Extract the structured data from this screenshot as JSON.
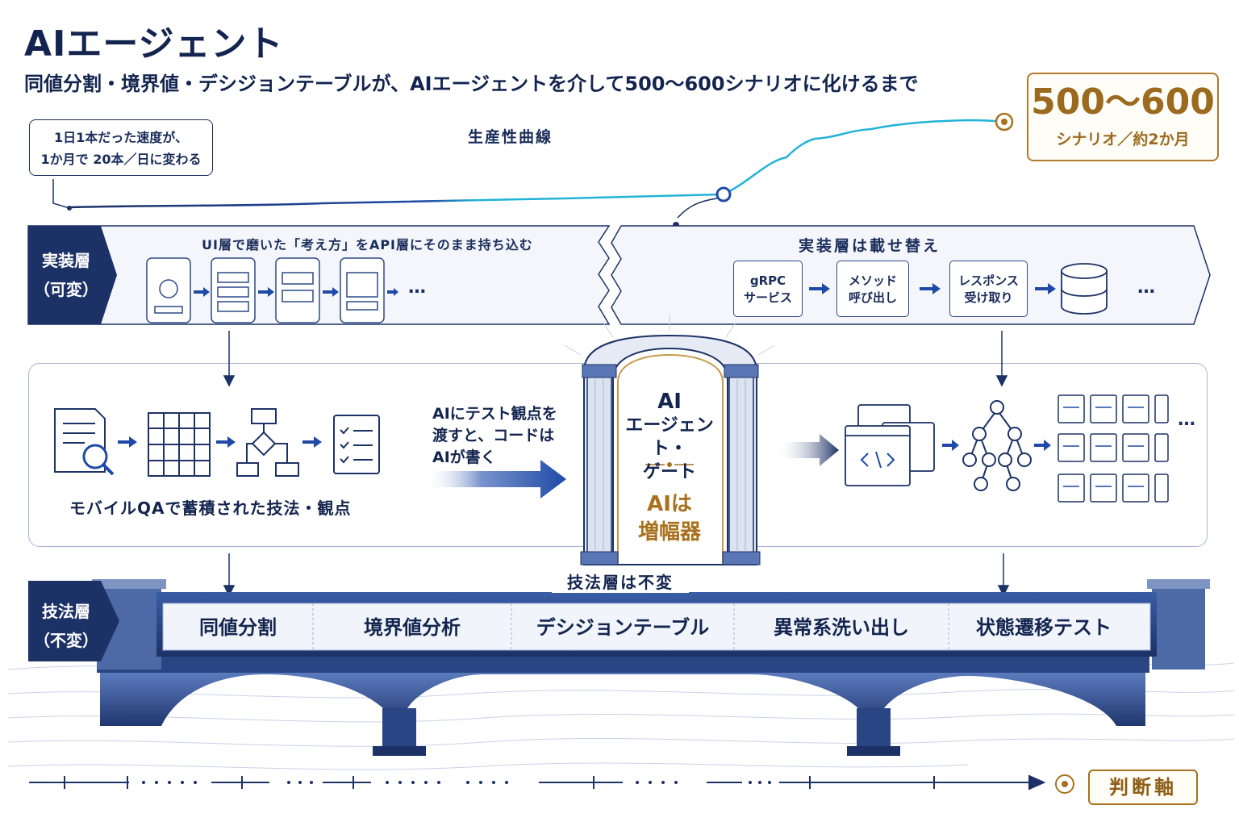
{
  "header": {
    "title": "AIエージェント",
    "subtitle": "同値分割・境界値・デシジョンテーブルが、AIエージェントを介して500〜600シナリオに化けるまで"
  },
  "curve": {
    "label": "生産性曲線",
    "callout_line1": "1日1本だった速度が、",
    "callout_line2": "1か月で 20本／日に変わる"
  },
  "result": {
    "big": "500〜600",
    "small": "シナリオ／約2か月"
  },
  "impl_layer": {
    "tag_line1": "実装層",
    "tag_line2": "（可変）",
    "left_title": "UI層で磨いた「考え方」をAPI層にそのまま持ち込む",
    "right_title": "実装層は載せ替え",
    "ellipsis": "…",
    "grpc_line1": "gRPC",
    "grpc_line2": "サービス",
    "method_line1": "メソッド",
    "method_line2": "呼び出し",
    "response_line1": "レスポンス",
    "response_line2": "受け取り"
  },
  "middle": {
    "ai_note_line1": "AIにテスト観点を",
    "ai_note_line2": "渡すと、コードは",
    "ai_note_line3": "AIが書く",
    "caption": "モバイルQAで蓄積された技法・観点",
    "ellipsis": "…"
  },
  "gate": {
    "title_line1": "AI",
    "title_line2": "エージェント・",
    "title_line3": "ゲート",
    "sub_line1": "AIは",
    "sub_line2": "増幅器"
  },
  "tech_layer": {
    "label": "技法層は不変",
    "tag_line1": "技法層",
    "tag_line2": "（不変）",
    "items": [
      "同値分割",
      "境界値分析",
      "デシジョンテーブル",
      "異常系洗い出し",
      "状態遷移テスト"
    ]
  },
  "axis": {
    "label": "判断軸"
  },
  "colors": {
    "navy": "#1c3266",
    "accent_blue": "#1f4aa8",
    "cyan": "#22b3d6",
    "gold": "#a8711d",
    "band_bg": "#f4f6fb"
  }
}
